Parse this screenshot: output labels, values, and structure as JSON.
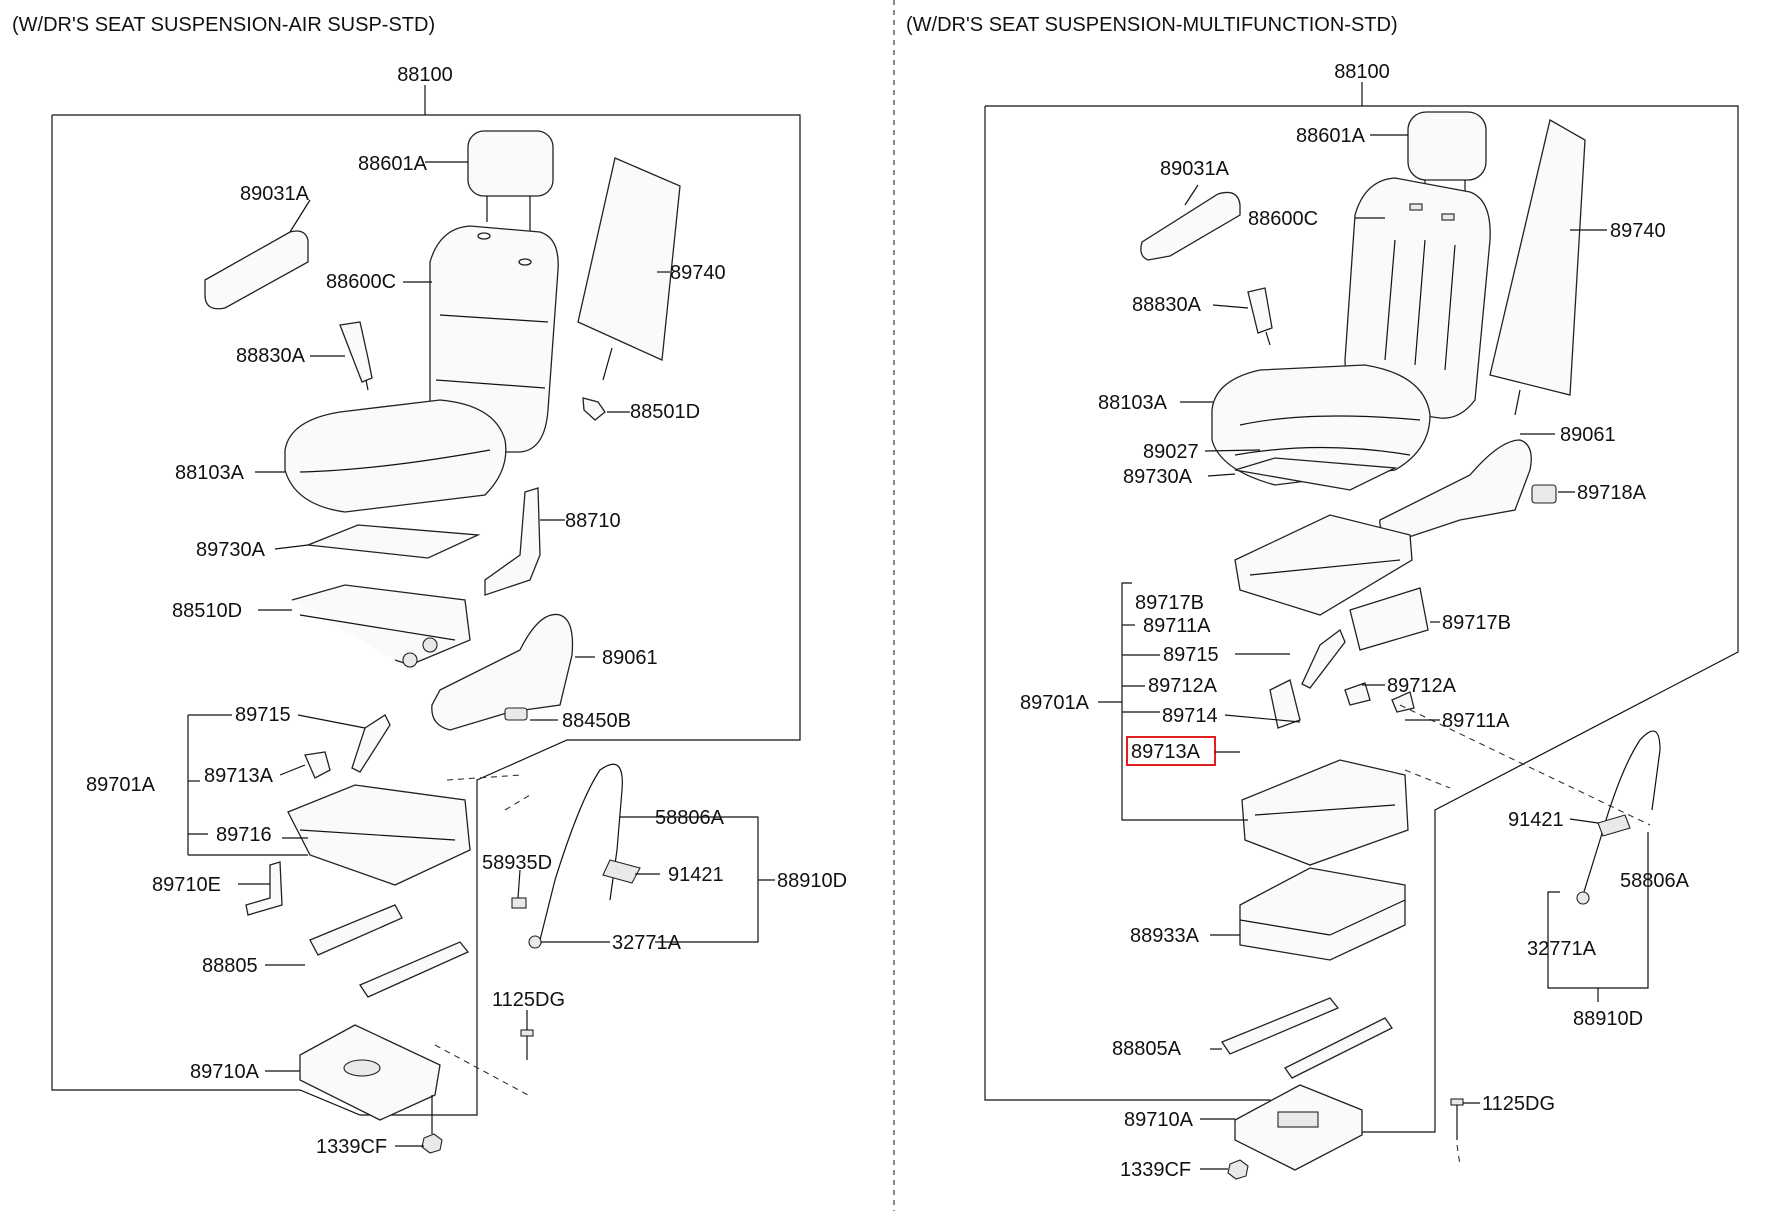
{
  "left": {
    "header": "(W/DR'S SEAT SUSPENSION-AIR SUSP-STD)",
    "labels": {
      "p88100": "88100",
      "p88601A": "88601A",
      "p89031A": "89031A",
      "p89740": "89740",
      "p88600C": "88600C",
      "p88830A": "88830A",
      "p88501D": "88501D",
      "p88103A": "88103A",
      "p88710": "88710",
      "p89730A": "89730A",
      "p88510D": "88510D",
      "p89061": "89061",
      "p89715": "89715",
      "p88450B": "88450B",
      "p89713A": "89713A",
      "p89701A": "89701A",
      "p58806A": "58806A",
      "p89716": "89716",
      "p58935D": "58935D",
      "p89710E": "89710E",
      "p91421": "91421",
      "p88910D": "88910D",
      "p32771A": "32771A",
      "p88805": "88805",
      "p1125DG": "1125DG",
      "p89710A": "89710A",
      "p1339CF": "1339CF"
    }
  },
  "right": {
    "header": "(W/DR'S SEAT SUSPENSION-MULTIFUNCTION-STD)",
    "labels": {
      "p88100": "88100",
      "p88601A": "88601A",
      "p89031A": "89031A",
      "p88600C": "88600C",
      "p89740": "89740",
      "p88830A": "88830A",
      "p88103A": "88103A",
      "p89061": "89061",
      "p89027": "89027",
      "p89730A": "89730A",
      "p89718A": "89718A",
      "p89717B_l": "89717B",
      "p89711A_l": "89711A",
      "p89717B_r": "89717B",
      "p89715": "89715",
      "p89712A_l": "89712A",
      "p89712A_r": "89712A",
      "p89701A": "89701A",
      "p89714": "89714",
      "p89711A_r": "89711A",
      "p89713A": "89713A",
      "p91421": "91421",
      "p58806A": "58806A",
      "p88933A": "88933A",
      "p32771A": "32771A",
      "p88910D": "88910D",
      "p88805A": "88805A",
      "p1125DG": "1125DG",
      "p89710A": "89710A",
      "p1339CF": "1339CF"
    },
    "highlighted_part": "89713A"
  }
}
